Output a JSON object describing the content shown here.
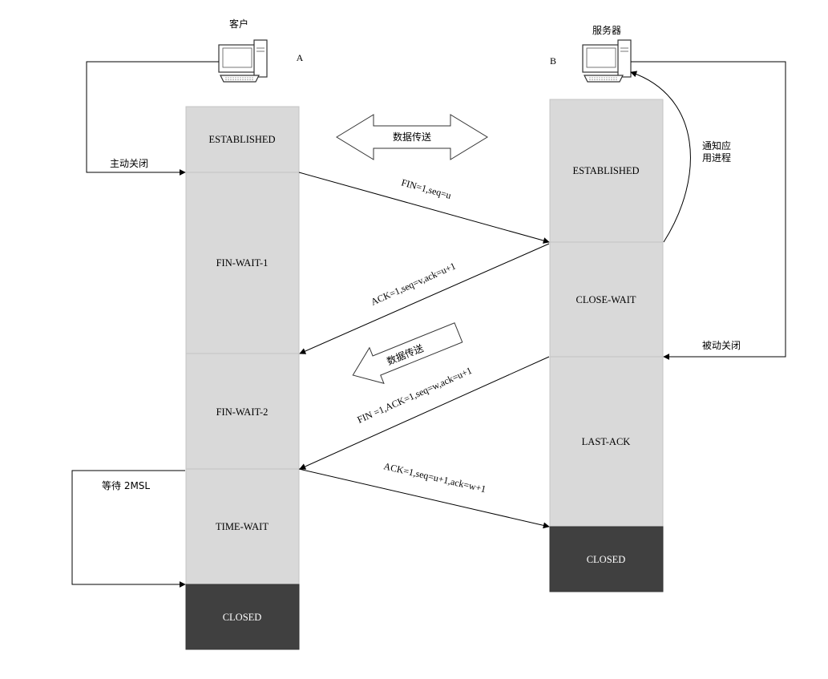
{
  "client": {
    "title": "客户",
    "letter": "A",
    "active_close": "主动关闭",
    "wait_label": "等待 2MSL",
    "states": [
      "ESTABLISHED",
      "FIN-WAIT-1",
      "FIN-WAIT-2",
      "TIME-WAIT",
      "CLOSED"
    ]
  },
  "server": {
    "title": "服务器",
    "letter": "B",
    "passive_close": "被动关闭",
    "notify_line1": "通知应",
    "notify_line2": "用进程",
    "states": [
      "ESTABLISHED",
      "CLOSE-WAIT",
      "LAST-ACK",
      "CLOSED"
    ]
  },
  "data_transfer_both": "数据传送",
  "data_transfer_left": "数据传送",
  "messages": {
    "fin1": "FIN=1,seq=u",
    "ack1": "ACK=1,seq=v,ack=u+1",
    "fin2": "FIN =1,ACK=1,seq=w,ack=u+1",
    "ack2": "ACK=1,seq=u+1,ack=w+1"
  },
  "colors": {
    "state_fill": "#d9d9d9",
    "closed_fill": "#404040",
    "closed_text": "#ffffff",
    "line": "#000000"
  }
}
